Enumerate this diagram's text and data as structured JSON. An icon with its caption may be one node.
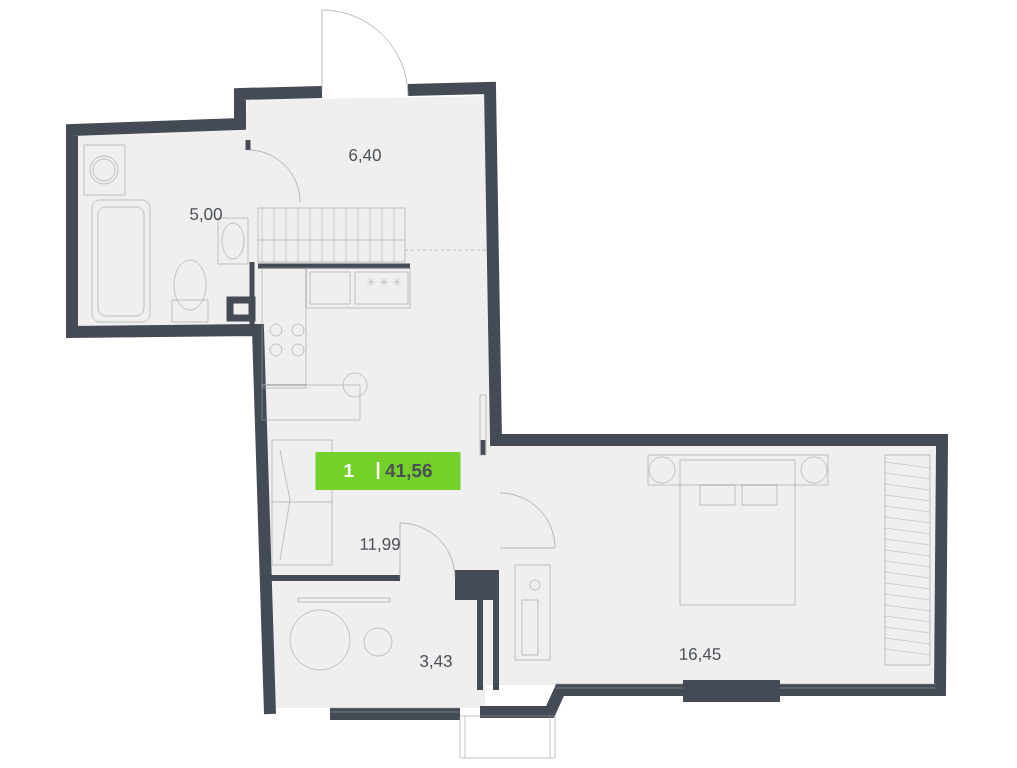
{
  "diagram": {
    "nodes": [
      {
        "text": [
          "1",
          "41,56"
        ]
      }
    ],
    "labels": [
      "6,40",
      "5,00",
      "11,99",
      "3,43",
      "16,45"
    ]
  }
}
